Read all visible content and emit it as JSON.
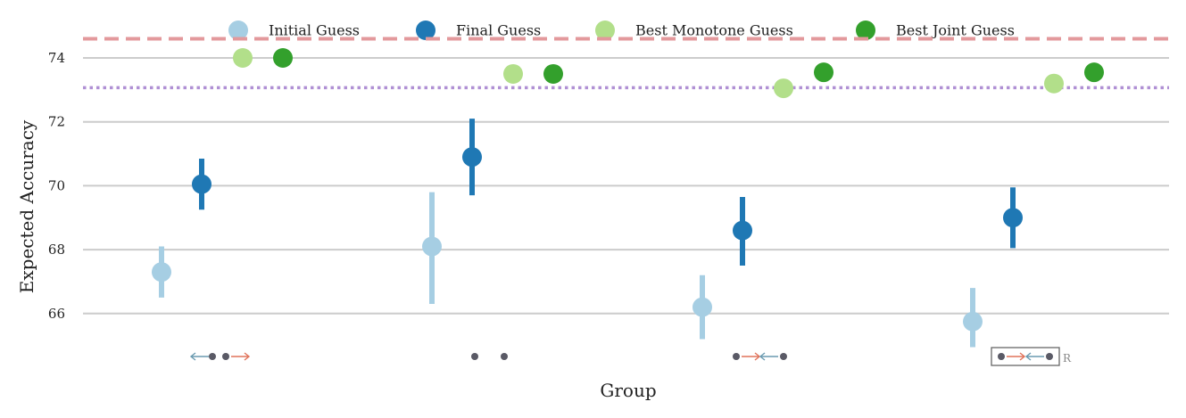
{
  "chart_data": {
    "type": "scatter",
    "title": "",
    "xlabel": "Group",
    "ylabel": "Expected Accuracy",
    "ylim": [
      64.6,
      75.2
    ],
    "yticks": [
      66,
      68,
      70,
      72,
      74
    ],
    "grid": true,
    "legend_position": "top-center",
    "reference_lines": [
      {
        "style": "dashed",
        "color": "#e3999c",
        "y": 74.6
      },
      {
        "style": "dotted",
        "color": "#b090d4",
        "y": 73.07
      }
    ],
    "series": [
      {
        "name": "Initial Guess",
        "color": "#a6cee3",
        "values": [
          67.3,
          68.1,
          66.2,
          65.75
        ],
        "ci_low": [
          66.5,
          66.3,
          65.2,
          64.95
        ],
        "ci_high": [
          68.1,
          69.8,
          67.2,
          66.8
        ]
      },
      {
        "name": "Final Guess",
        "color": "#1f78b4",
        "values": [
          70.05,
          70.9,
          68.6,
          69.0
        ],
        "ci_low": [
          69.25,
          69.7,
          67.5,
          68.05
        ],
        "ci_high": [
          70.85,
          72.1,
          69.65,
          69.95
        ]
      },
      {
        "name": "Best Monotone Guess",
        "color": "#b2df8a",
        "values": [
          74.0,
          73.5,
          73.05,
          73.2
        ]
      },
      {
        "name": "Best Joint Guess",
        "color": "#33a02c",
        "values": [
          74.0,
          73.5,
          73.55,
          73.55
        ]
      }
    ],
    "group_glyphs": [
      {
        "elements": [
          "arrow-left",
          "dot",
          "dot",
          "arrow-right"
        ],
        "boxed": false,
        "suffix": ""
      },
      {
        "elements": [
          "dot",
          "dot"
        ],
        "boxed": false,
        "suffix": ""
      },
      {
        "elements": [
          "dot",
          "arrow-right",
          "arrow-left",
          "dot"
        ],
        "boxed": false,
        "suffix": ""
      },
      {
        "elements": [
          "dot",
          "arrow-right",
          "arrow-left",
          "dot"
        ],
        "boxed": true,
        "suffix": "R"
      }
    ],
    "glyph_colors": {
      "dot": "#5a5a66",
      "arrow_right": "#e0735a",
      "arrow_left": "#6a9ab0"
    }
  }
}
